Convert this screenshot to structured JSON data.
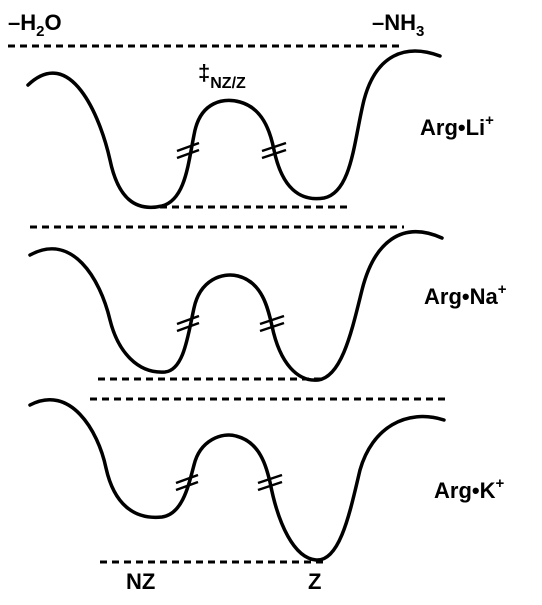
{
  "labels": {
    "water_loss": {
      "main": "–H",
      "sub": "2",
      "tail": "O"
    },
    "ammonia_loss": {
      "main": "–NH",
      "sub": "3"
    },
    "transition_state": {
      "symbol": "‡",
      "sub": "NZ/Z"
    },
    "nz": "NZ",
    "z": "Z"
  },
  "complexes": [
    {
      "main": "Arg•Li",
      "sup": "+"
    },
    {
      "main": "Arg•Na",
      "sup": "+"
    },
    {
      "main": "Arg•K",
      "sup": "+"
    }
  ],
  "colors": {
    "line": "#000000",
    "background": "#ffffff"
  }
}
